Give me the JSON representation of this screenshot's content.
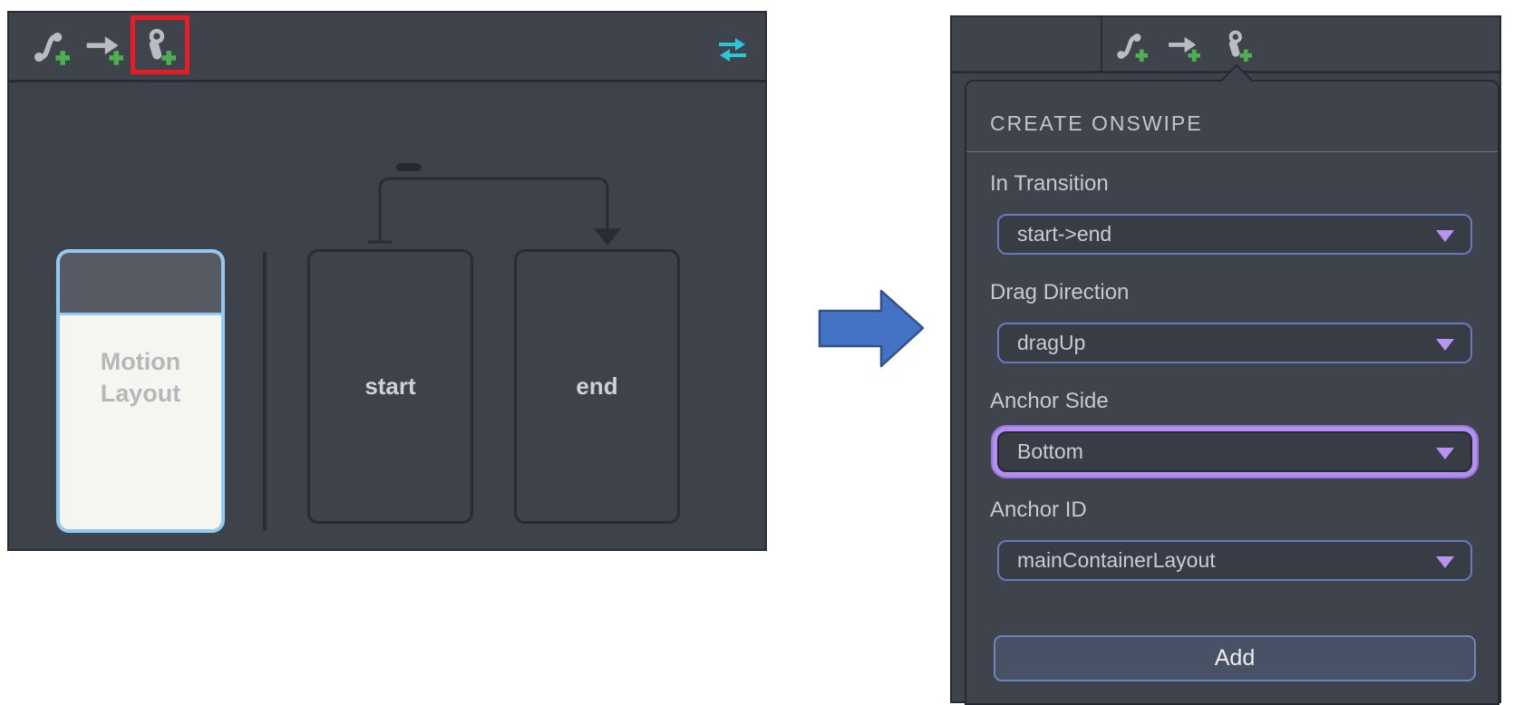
{
  "left_panel": {
    "toolbar": {
      "icons": [
        {
          "name": "create-transition-icon"
        },
        {
          "name": "create-constraint-set-icon"
        },
        {
          "name": "create-onswipe-icon",
          "highlighted": true
        },
        {
          "name": "swap-direction-icon"
        }
      ],
      "highlight_box_color": "#e81c24"
    },
    "diagram": {
      "motion_layout_card": {
        "line1": "Motion",
        "line2": "Layout"
      },
      "states": [
        {
          "label": "start"
        },
        {
          "label": "end"
        }
      ],
      "transition": {
        "from": "start",
        "to": "end"
      }
    }
  },
  "middle": {
    "arrow_icon": "right-block-arrow",
    "arrow_fill": "#4472c4",
    "arrow_stroke": "#2f528f"
  },
  "right_panel": {
    "toolbar": {
      "icons": [
        {
          "name": "create-transition-icon"
        },
        {
          "name": "create-constraint-set-icon"
        },
        {
          "name": "create-onswipe-icon",
          "active": true
        }
      ]
    },
    "popup": {
      "title": "CREATE ONSWIPE",
      "fields": [
        {
          "label": "In Transition",
          "value": "start->end",
          "highlighted": false
        },
        {
          "label": "Drag Direction",
          "value": "dragUp",
          "highlighted": false
        },
        {
          "label": "Anchor Side",
          "value": "Bottom",
          "highlighted": true
        },
        {
          "label": "Anchor ID",
          "value": "mainContainerLayout",
          "highlighted": false
        }
      ],
      "add_button_label": "Add"
    }
  },
  "colors": {
    "panel_bg": "#3e424b",
    "panel_border": "#282b33",
    "card_accent_blue": "#92c9f2",
    "teal_icon": "#29c5d9",
    "green_plus": "#4caf50",
    "dropdown_border_blue": "#6b79bd",
    "highlight_purple": "#b48ef0",
    "caret_purple": "#b993f3",
    "red_highlight": "#e81c24"
  }
}
